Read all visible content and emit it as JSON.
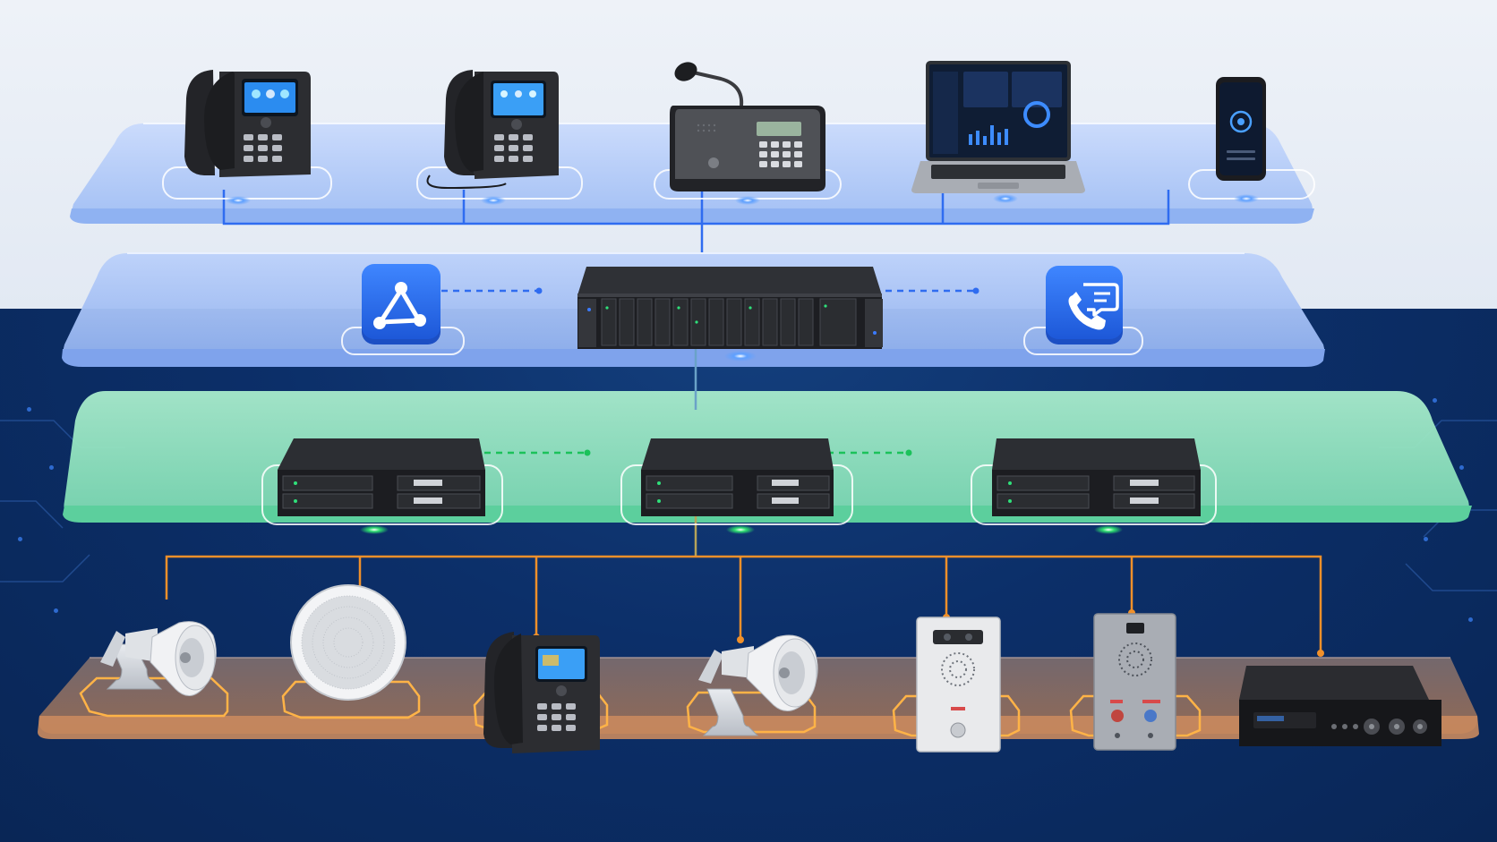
{
  "colors": {
    "tier_blue": "#6d97ea",
    "tier_green": "#55d6a0",
    "tier_copper": "#b07a5a",
    "link_blue": "#2f6cf0",
    "link_green": "#1bc25a",
    "link_orange": "#f0902a",
    "app_icon": "#2b6ff0"
  },
  "tiers": [
    {
      "id": "endpoints",
      "icons": [
        "desk-phone-icon",
        "desk-phone-icon",
        "paging-console-icon",
        "laptop-dashboard-icon",
        "smartphone-icon"
      ]
    },
    {
      "id": "core",
      "icons": [
        "network-hub-icon",
        "rack-server-icon",
        "phone-chat-icon"
      ]
    },
    {
      "id": "gateways",
      "icons": [
        "gateway-box-icon",
        "gateway-box-icon",
        "gateway-box-icon"
      ]
    },
    {
      "id": "devices",
      "icons": [
        "horn-speaker-icon",
        "ceiling-speaker-icon",
        "desk-phone-icon",
        "horn-speaker-icon",
        "intercom-panel-icon",
        "intercom-panel-icon",
        "amplifier-icon"
      ]
    }
  ]
}
